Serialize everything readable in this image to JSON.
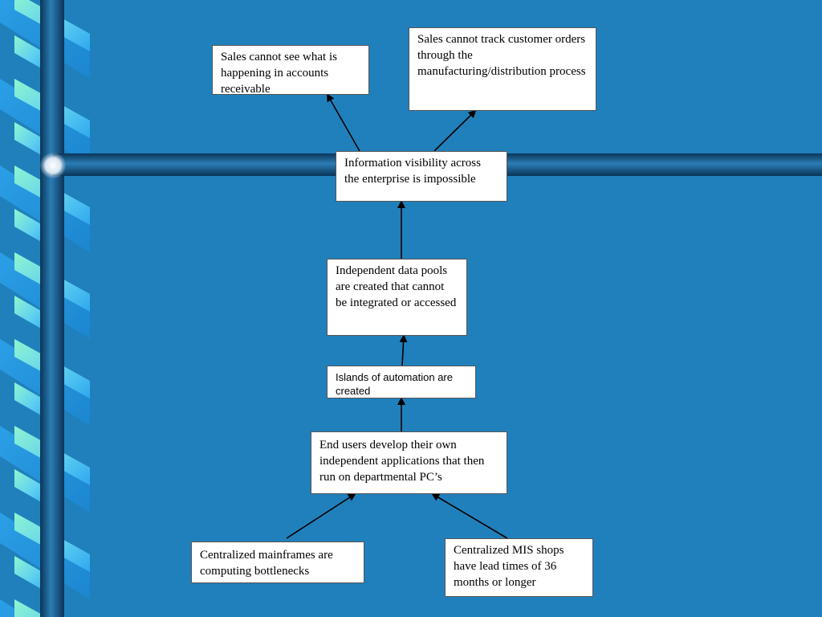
{
  "colors": {
    "background": "#2080bc",
    "box_fill": "#ffffff",
    "arrow": "#000000",
    "pole_dark": "#0d3d62",
    "ribbon_light": "#8ff5d0",
    "ribbon_blue": "#2ea8ef"
  },
  "nodes": {
    "sales_ar": "Sales cannot see what is happening in accounts receivable",
    "sales_orders": "Sales cannot track customer orders through the manufacturing/distribution process",
    "visibility": "Information visibility across the enterprise is impossible",
    "data_pools": "Independent data pools are created that cannot be integrated or accessed",
    "islands": "Islands of automation are created",
    "end_users": "End users develop their own independent applications that then run on departmental PC’s",
    "mainframes": "Centralized mainframes are computing bottlenecks",
    "mis_shops": "Centralized MIS shops have lead times of 36 months or longer"
  },
  "edges": [
    {
      "from": "visibility",
      "to": "sales_ar"
    },
    {
      "from": "visibility",
      "to": "sales_orders"
    },
    {
      "from": "data_pools",
      "to": "visibility"
    },
    {
      "from": "islands",
      "to": "data_pools"
    },
    {
      "from": "end_users",
      "to": "islands"
    },
    {
      "from": "mainframes",
      "to": "end_users"
    },
    {
      "from": "mis_shops",
      "to": "end_users"
    }
  ]
}
